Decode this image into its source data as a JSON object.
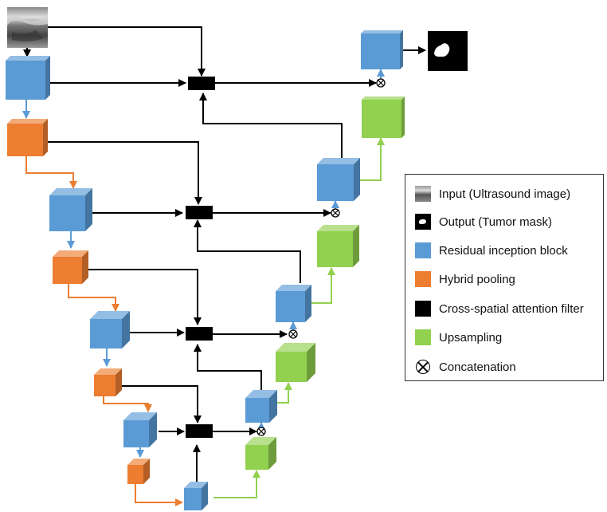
{
  "legend": {
    "items": [
      {
        "key": "input",
        "label": "Input (Ultrasound image)"
      },
      {
        "key": "output",
        "label": "Output (Tumor mask)"
      },
      {
        "key": "residual",
        "label": "Residual inception block"
      },
      {
        "key": "pooling",
        "label": "Hybrid pooling"
      },
      {
        "key": "attention",
        "label": "Cross-spatial attention filter"
      },
      {
        "key": "upsampling",
        "label": "Upsampling"
      },
      {
        "key": "concat",
        "label": "Concatenation"
      }
    ]
  },
  "colors": {
    "residual": "#5b9bd5",
    "pooling": "#ed7d31",
    "upsampling": "#92d050",
    "attention": "#000000",
    "residual_arrow": "#5b9bd5",
    "pooling_arrow": "#ed7d31",
    "upsampling_arrow": "#92d050"
  }
}
